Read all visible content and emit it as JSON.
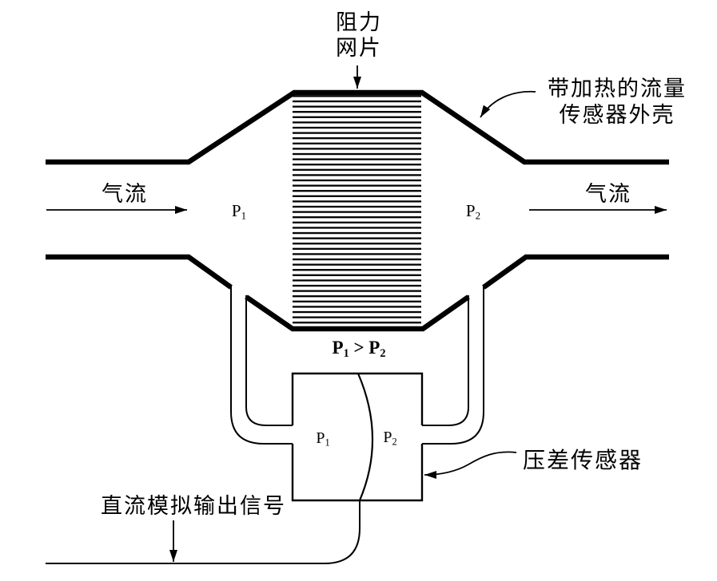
{
  "diagram": {
    "top_label": {
      "line1": "阻力",
      "line2": "网片"
    },
    "housing_label": {
      "line1": "带加热的流量",
      "line2": "传感器外壳"
    },
    "airflow_left": "气流",
    "airflow_right": "气流",
    "pressure_p1": {
      "base": "P",
      "sub": "1"
    },
    "pressure_p2": {
      "base": "P",
      "sub": "2"
    },
    "pressure_relation": {
      "left_base": "P",
      "left_sub": "1",
      "operator": " > ",
      "right_base": "P",
      "right_sub": "2"
    },
    "sensor_p1": {
      "base": "P",
      "sub": "1"
    },
    "sensor_p2": {
      "base": "P",
      "sub": "2"
    },
    "dp_sensor_label": "压差传感器",
    "dc_output_label": "直流模拟输出信号"
  },
  "colors": {
    "ink": "#000000",
    "background": "#ffffff"
  }
}
